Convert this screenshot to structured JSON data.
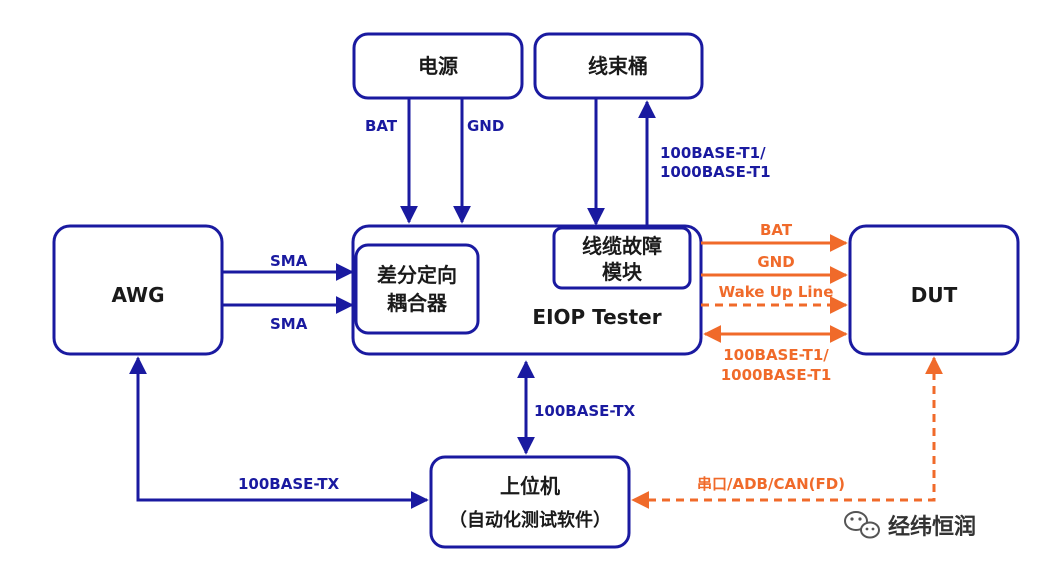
{
  "nodes": {
    "power": "电源",
    "harness": "线束桶",
    "awg": "AWG",
    "coupler_line1": "差分定向",
    "coupler_line2": "耦合器",
    "cable_fault_line1": "线缆故障",
    "cable_fault_line2": "模块",
    "tester": "EIOP Tester",
    "dut": "DUT",
    "host_line1": "上位机",
    "host_line2": "（自动化测试软件）"
  },
  "edge_labels": {
    "bat_top": "BAT",
    "gnd_top": "GND",
    "harness_link_line1": "100BASE-T1/",
    "harness_link_line2": "1000BASE-T1",
    "sma_top": "SMA",
    "sma_bottom": "SMA",
    "bat_dut": "BAT",
    "gnd_dut": "GND",
    "wakeup": "Wake Up Line",
    "dut_link_line1": "100BASE-T1/",
    "dut_link_line2": "1000BASE-T1",
    "tester_host": "100BASE-TX",
    "awg_host": "100BASE-TX",
    "dut_host": "串口/ADB/CAN(FD)"
  },
  "watermark": "经纬恒润",
  "colors": {
    "box_stroke": "#1a1aa0",
    "blue_link": "#1a1aa0",
    "orange_link": "#f06a2a"
  }
}
